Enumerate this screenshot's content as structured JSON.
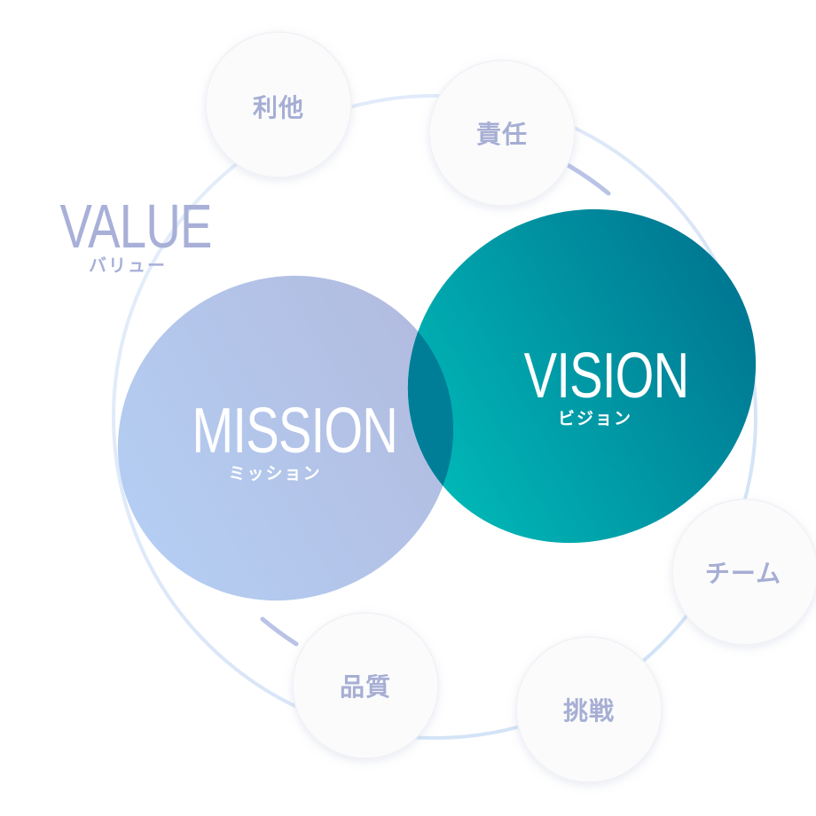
{
  "value": {
    "title": "VALUE",
    "kana": "バリュー"
  },
  "mission": {
    "title": "MISSION",
    "kana": "ミッション"
  },
  "vision": {
    "title": "VISION",
    "kana": "ビジョン"
  },
  "values": [
    {
      "label": "利他"
    },
    {
      "label": "責任"
    },
    {
      "label": "チーム"
    },
    {
      "label": "挑戦"
    },
    {
      "label": "品質"
    }
  ],
  "colors": {
    "value_text": "#a8b0d8",
    "node_text": "#a6aed3",
    "ring": "#d9e4f5",
    "mission_start": "#b4cbf0",
    "mission_end": "#b3bde0",
    "vision_start": "#00b4b4",
    "vision_end": "#007a95",
    "overlap": "#007f99"
  }
}
